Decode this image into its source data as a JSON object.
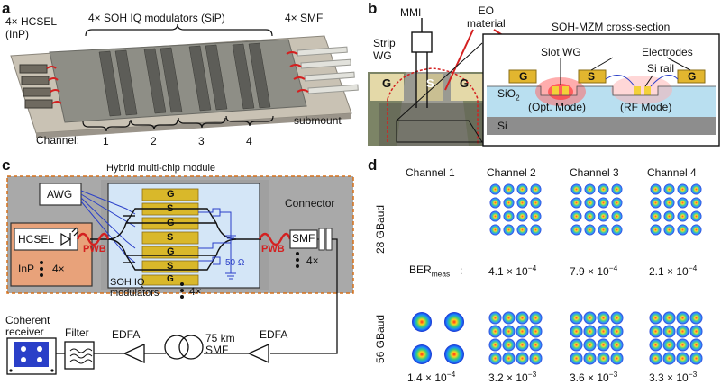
{
  "panels": {
    "a": "a",
    "b": "b",
    "c": "c",
    "d": "d"
  },
  "panel_a": {
    "laser_label": "4× HCSEL\n(InP)",
    "modulators_label": "4× SOH  IQ modulators (SiP)",
    "fiber_label": "4× SMF",
    "submount_label": "submount",
    "channel_label": "Channel:",
    "channels": [
      "1",
      "2",
      "3",
      "4"
    ]
  },
  "panel_b": {
    "mmi": "MMI",
    "strip_wg": "Strip\nWG",
    "eo_material": "EO\nmaterial",
    "g1": "G",
    "s": "S",
    "g2": "G",
    "cross_section_title": "SOH-MZM cross-section",
    "slot_wg": "Slot WG",
    "electrodes": "Electrodes",
    "si_rail": "Si rail",
    "sio2": "SiO",
    "sio2_sub": "2",
    "opt_mode": "(Opt. Mode)",
    "rf_mode": "(RF Mode)",
    "si": "Si",
    "elec_g": "G",
    "elec_s": "S"
  },
  "panel_c": {
    "module_title": "Hybrid multi-chip module",
    "awg": "AWG",
    "hcsel": "HCSEL",
    "inp": "InP",
    "inp_mult": "4×",
    "pwb_left": "PWB",
    "pwb_right": "PWB",
    "electrodes": [
      "G",
      "S",
      "G",
      "S",
      "G",
      "S",
      "G"
    ],
    "termination": "50 Ω",
    "soh_label": "SOH IQ\nmodulators",
    "soh_mult": "4×",
    "smf": "SMF",
    "smf_mult": "4×",
    "connector": "Connector",
    "coherent_receiver": "Coherent\nreceiver",
    "filter": "Filter",
    "edfa_left": "EDFA",
    "edfa_right": "EDFA",
    "span": "75 km\nSMF"
  },
  "panel_d": {
    "channel_headers": [
      "Channel 1",
      "Channel 2",
      "Channel 3",
      "Channel 4"
    ],
    "rows": [
      {
        "rate": "28 GBaud",
        "ber_label": "BER",
        "ber_sub": "meas",
        "ber_colon": ":",
        "ber_values": [
          {
            "m": "",
            "e": ""
          },
          {
            "m": "4.1 × 10",
            "e": "−4"
          },
          {
            "m": "7.9 × 10",
            "e": "−4"
          },
          {
            "m": "2.1 × 10",
            "e": "−4"
          }
        ],
        "constellations": [
          "",
          "16QAM",
          "16QAM",
          "16QAM"
        ]
      },
      {
        "rate": "56 GBaud",
        "ber_values": [
          {
            "m": "1.4 × 10",
            "e": "−4"
          },
          {
            "m": "3.2 × 10",
            "e": "−3"
          },
          {
            "m": "3.6 × 10",
            "e": "−3"
          },
          {
            "m": "3.3 × 10",
            "e": "−3"
          }
        ],
        "constellations": [
          "QPSK",
          "16QAM",
          "16QAM",
          "16QAM"
        ]
      }
    ]
  },
  "colors": {
    "red": "#d42020",
    "gold": "#d9b82a",
    "blue": "#2a3fc8",
    "gray_module": "#a9a9a9",
    "inp": "#e8a27a"
  }
}
